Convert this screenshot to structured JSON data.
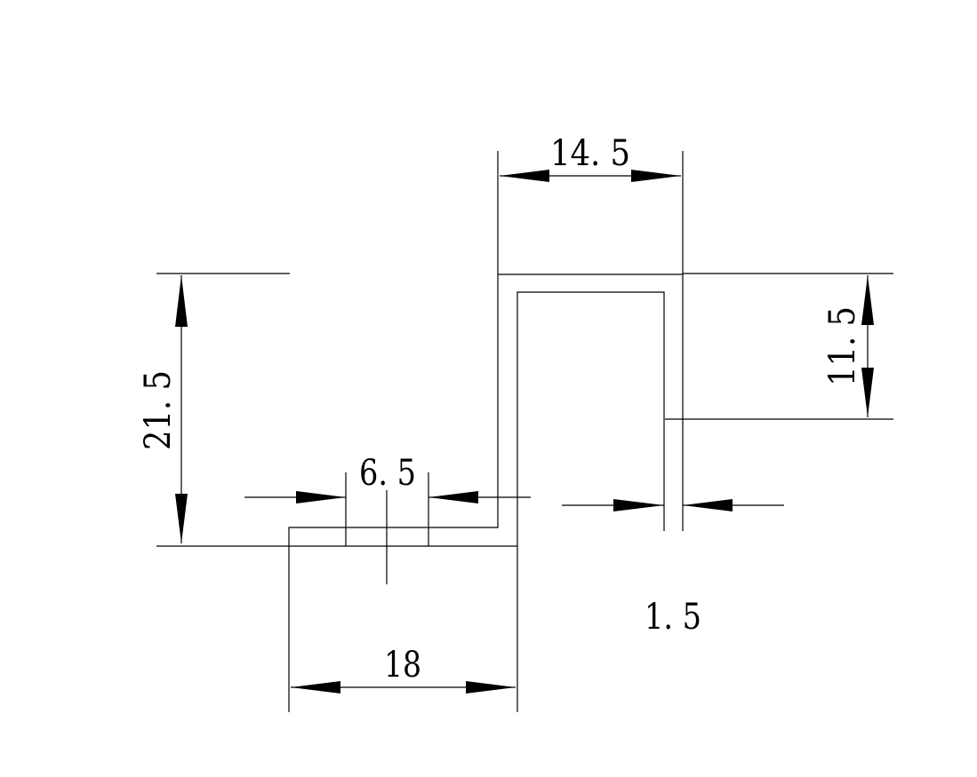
{
  "dimensions": {
    "top_width": "14. 5",
    "left_height": "21. 5",
    "right_height": "11. 5",
    "bottom_width": "18",
    "flange_width": "6. 5",
    "wall_thickness": "1. 5"
  },
  "colors": {
    "background": "#ffffff",
    "ink": "#000000"
  }
}
